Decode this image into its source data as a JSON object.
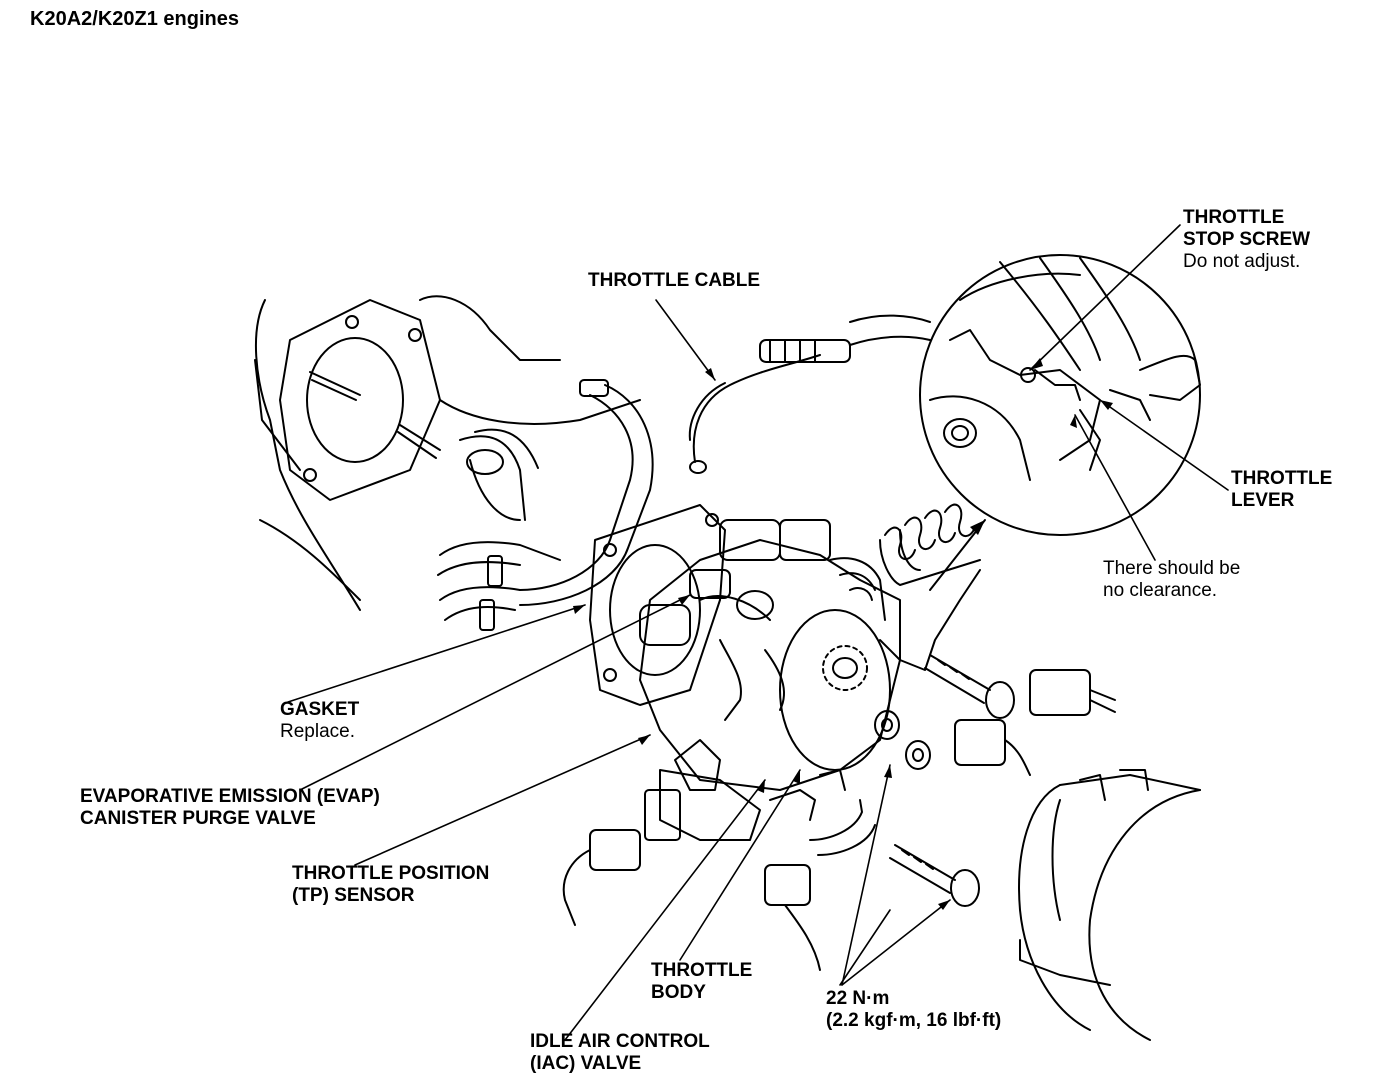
{
  "title": "K20A2/K20Z1 engines",
  "labels": {
    "throttle_cable": "THROTTLE CABLE",
    "throttle_stop_screw_1": "THROTTLE",
    "throttle_stop_screw_2": "STOP SCREW",
    "throttle_stop_screw_note": "Do not adjust.",
    "throttle_lever_1": "THROTTLE",
    "throttle_lever_2": "LEVER",
    "clearance_note_1": "There should be",
    "clearance_note_2": "no clearance.",
    "gasket": "GASKET",
    "gasket_note": "Replace.",
    "evap_1": "EVAPORATIVE EMISSION (EVAP)",
    "evap_2": "CANISTER PURGE VALVE",
    "tp_1": "THROTTLE POSITION",
    "tp_2": "(TP) SENSOR",
    "throttle_body_1": "THROTTLE",
    "throttle_body_2": "BODY",
    "torque_1": "22 N·m",
    "torque_2": "(2.2 kgf·m, 16 lbf·ft)",
    "iac_1": "IDLE AIR CONTROL",
    "iac_2": "(IAC) VALVE"
  }
}
